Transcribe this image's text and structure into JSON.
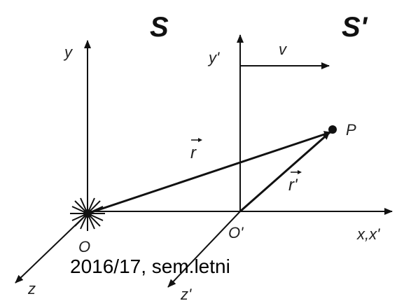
{
  "frames": {
    "s": "S",
    "s_prime": "S'"
  },
  "axes": {
    "y": "y",
    "y_prime": "y'",
    "x_shared": "x,x'",
    "z": "z",
    "z_prime": "z'"
  },
  "origins": {
    "o": "O",
    "o_prime": "O'"
  },
  "point": "P",
  "vectors": {
    "r": "r",
    "r_prime": "r'",
    "velocity": "v"
  },
  "footer": "2016/17, sem.letni",
  "colors": {
    "ink": "#111111",
    "background": "#ffffff"
  }
}
